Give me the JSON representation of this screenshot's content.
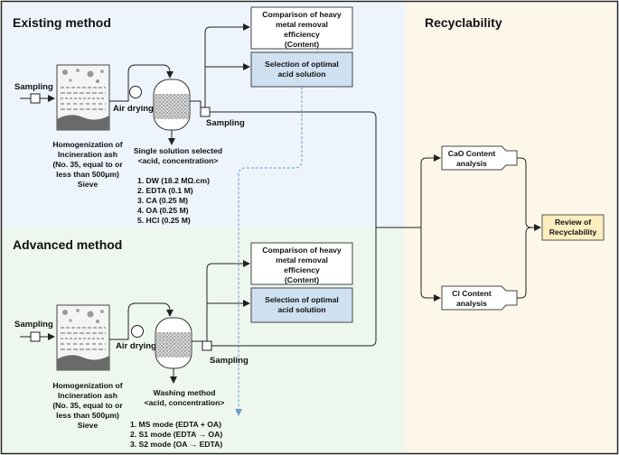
{
  "sections": {
    "existing_title": "Existing method",
    "advanced_title": "Advanced method",
    "recyclability_title": "Recyclability"
  },
  "existing": {
    "sampling_in": "Sampling",
    "air_drying": "Air drying",
    "homogenization": [
      "Homogenization of",
      "Incineration ash",
      "(No. 35, equal to or",
      "less than 500μm)",
      "Sieve"
    ],
    "selected": [
      "Single solution selected",
      "<acid, concentration>"
    ],
    "sampling_out": "Sampling",
    "comparison_box": [
      "Comparison of heavy",
      "metal removal",
      "efficiency",
      "(Content)"
    ],
    "selection_box": [
      "Selection of optimal",
      "acid solution"
    ],
    "solutions": [
      "1. DW (18.2 MΩ.cm)",
      "2. EDTA (0.1 M)",
      "3. CA (0.25 M)",
      "4. OA (0.25 M)",
      "5. HCl (0.25 M)"
    ]
  },
  "advanced": {
    "sampling_in": "Sampling",
    "air_drying": "Air drying",
    "homogenization": [
      "Homogenization of",
      "Incineration ash",
      "(No. 35, equal to or",
      "less than 500μm)",
      "Sieve"
    ],
    "washing": [
      "Washing method",
      "<acid, concentration>"
    ],
    "sampling_out": "Sampling",
    "comparison_box": [
      "Comparison of heavy",
      "metal removal",
      "efficiency",
      "(Content)"
    ],
    "selection_box": [
      "Selection of optimal",
      "acid solution"
    ],
    "modes": [
      "1. MS mode (EDTA + OA)",
      "2. S1 mode (EDTA → OA)",
      "3. S2 mode (OA → EDTA)"
    ]
  },
  "recyclability": {
    "cao": [
      "CaO Content",
      "analysis"
    ],
    "cl": [
      "Cl Content",
      "analysis"
    ],
    "review": [
      "Review of",
      "Recyclability"
    ]
  },
  "colors": {
    "existing_bg": "#eef4fb",
    "advanced_bg": "#eef7ee",
    "recyclability_bg": "#fdf7e9",
    "selection_fill": "#cfe0f1",
    "review_fill": "#fdeebf",
    "pipe_fill": "#f1f1f1"
  }
}
